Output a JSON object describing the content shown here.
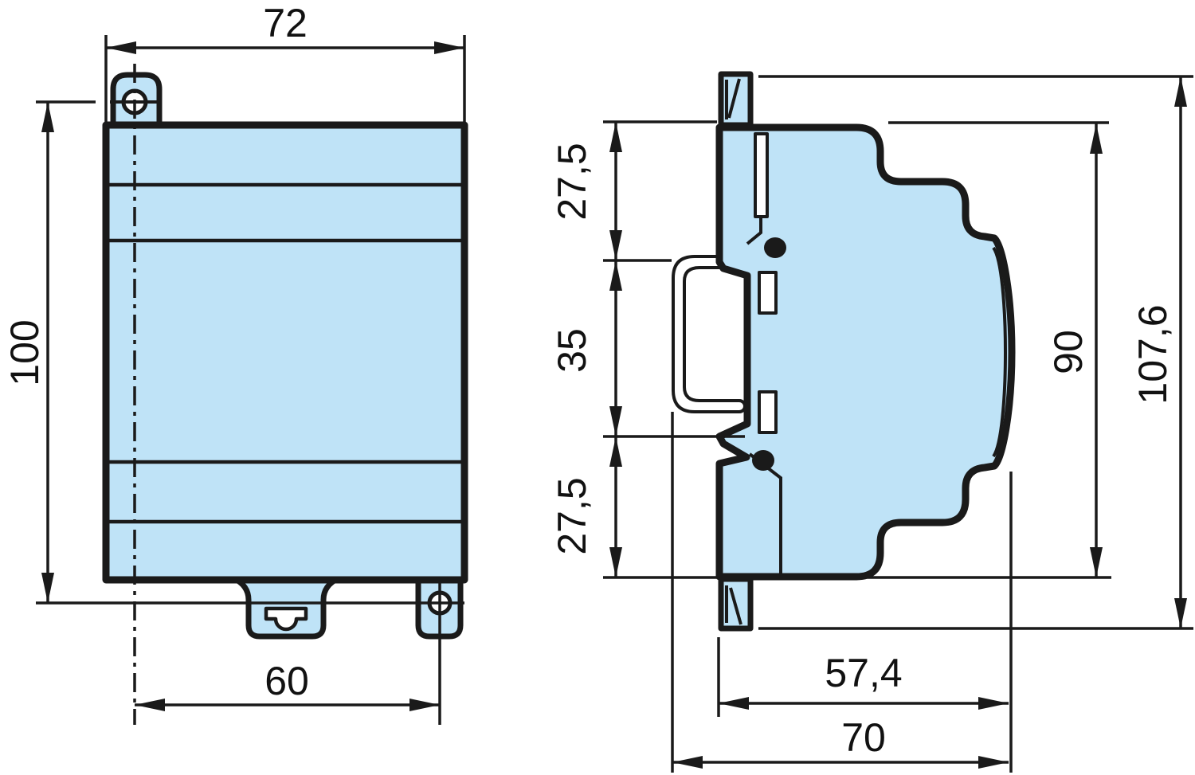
{
  "drawing": {
    "type": "dimensional-drawing",
    "views": [
      "front-view",
      "side-view"
    ],
    "units_implied": "mm",
    "front_view": {
      "width": "72",
      "height": "100",
      "hole_spacing": "60"
    },
    "side_view": {
      "upper_section": "27,5",
      "din_rail_section": "35",
      "lower_section": "27,5",
      "body_height": "90",
      "overall_height": "107,6",
      "body_depth": "57,4",
      "overall_depth": "70"
    },
    "colors": {
      "body_fill": "#BFE3F7",
      "line": "#1A1A1A",
      "background": "#FFFFFF"
    }
  }
}
